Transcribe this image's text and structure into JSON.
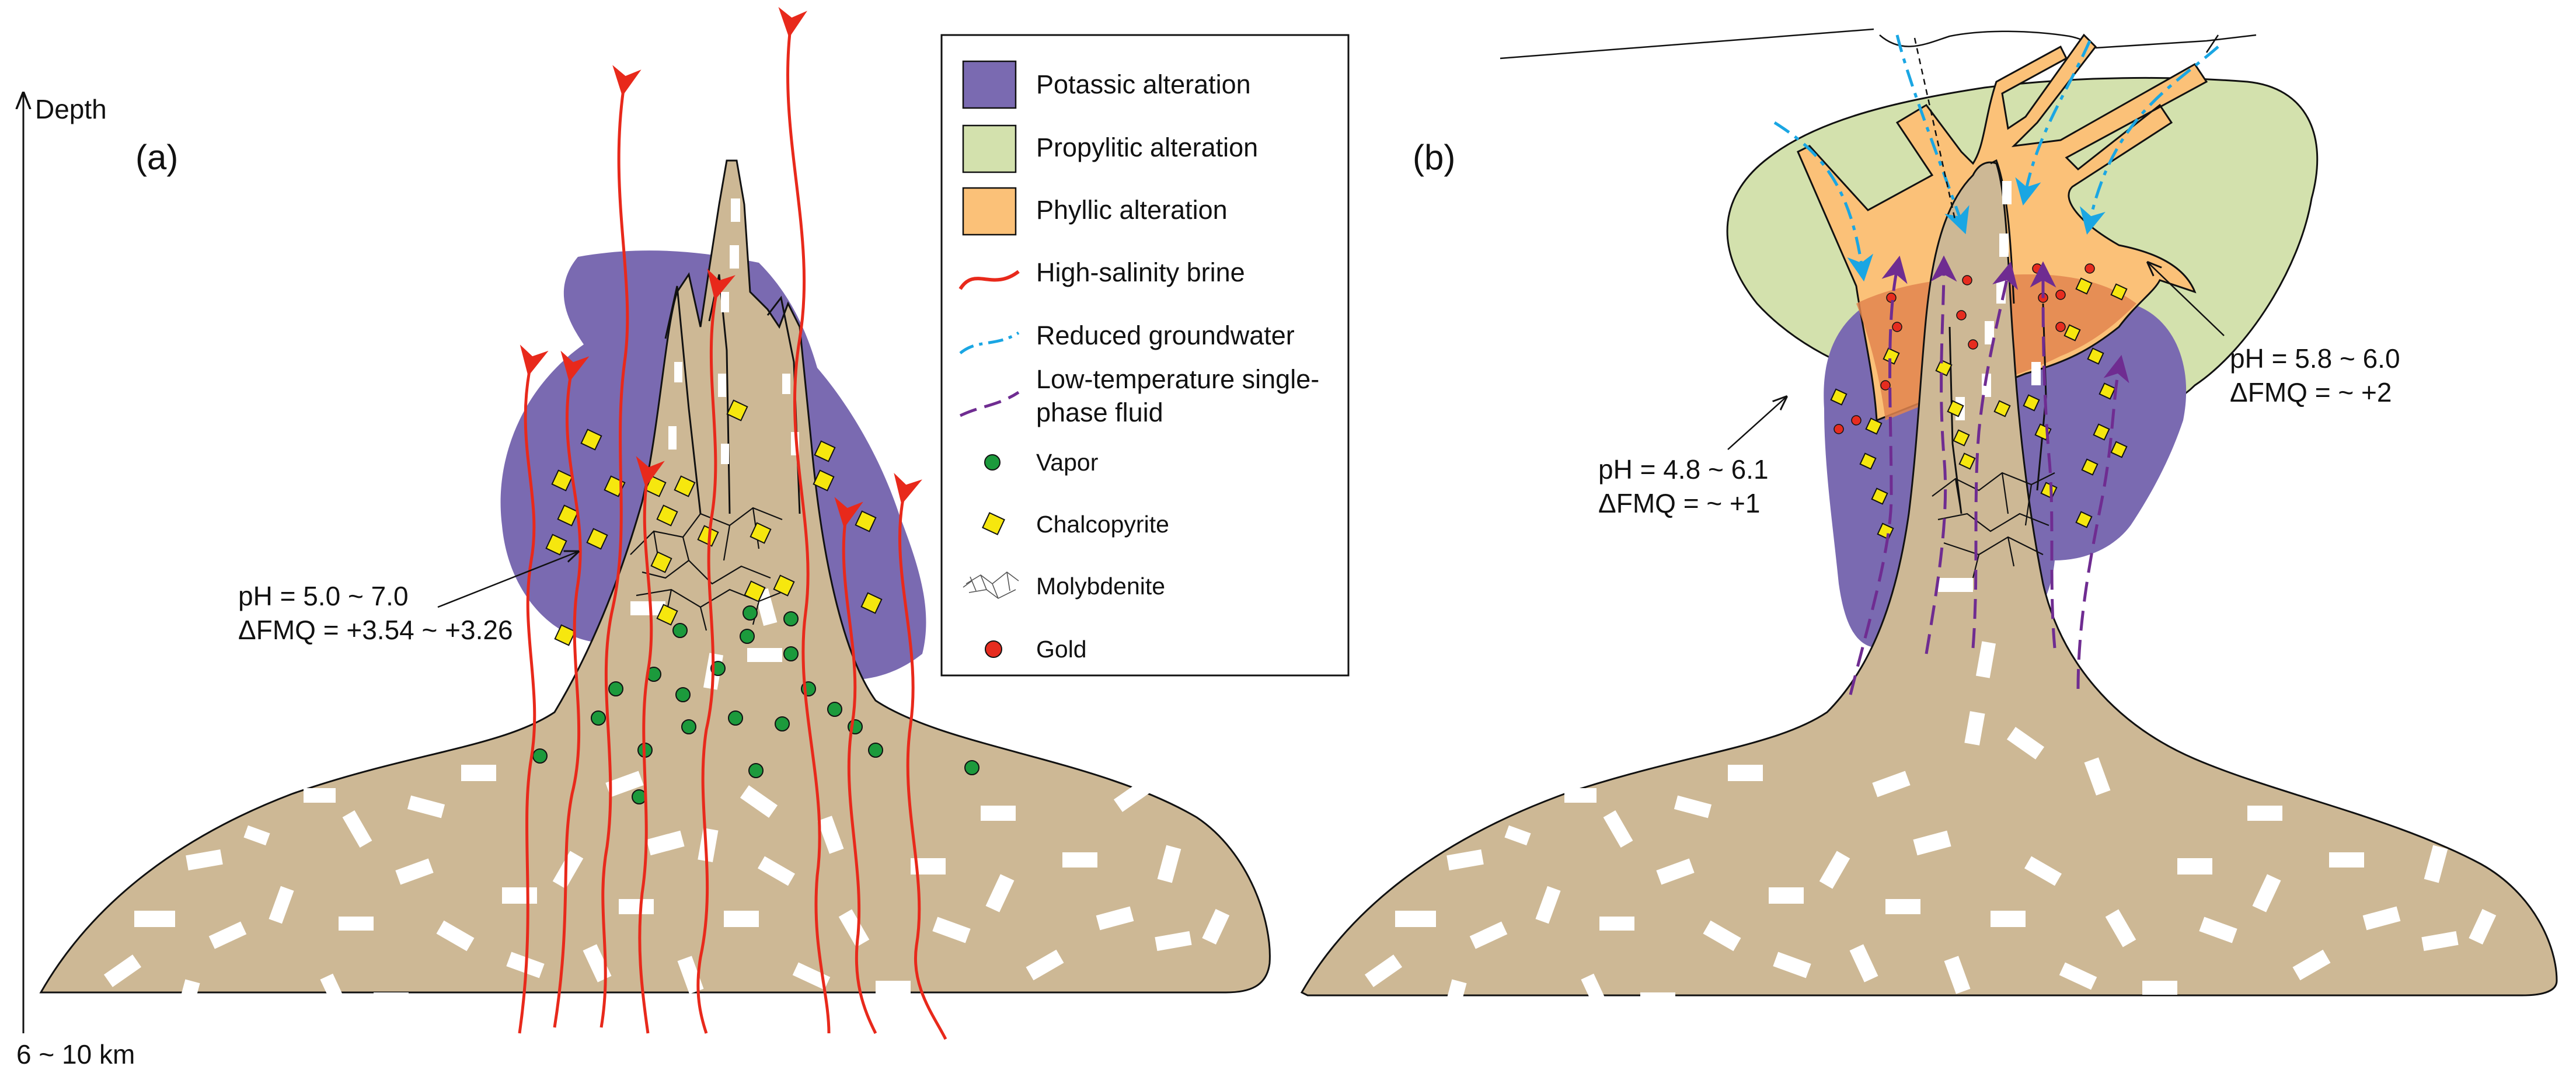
{
  "axis": {
    "label": "Depth",
    "bottom_label": "6 ~ 10 km"
  },
  "panels": {
    "a": "(a)",
    "b": "(b)"
  },
  "annotations": {
    "a_ph": "pH = 5.0 ~ 7.0",
    "a_fmq": "ΔFMQ = +3.54 ~ +3.26",
    "b_left_ph": "pH = 4.8 ~ 6.1",
    "b_left_fmq": "ΔFMQ = ~ +1",
    "b_right_ph": "pH = 5.8 ~ 6.0",
    "b_right_fmq": "ΔFMQ = ~ +2"
  },
  "legend": {
    "potassic": "Potassic alteration",
    "propylitic": "Propylitic alteration",
    "phyllic": "Phyllic alteration",
    "brine": "High-salinity brine",
    "groundwater": "Reduced groundwater",
    "lowtemp_1": "Low-temperature single-",
    "lowtemp_2": "phase fluid",
    "vapor": "Vapor",
    "chalcopyrite": "Chalcopyrite",
    "molybdenite": "Molybdenite",
    "gold": "Gold"
  },
  "colors": {
    "intrusion": "#cdb895",
    "potassic": "#7a6ab1",
    "propylitic": "#d3e1ad",
    "phyllic": "#fbc178",
    "brine": "#e8291b",
    "groundwater": "#1aa6e3",
    "lowtemp": "#6f2c91",
    "vapor": "#1c9a3c",
    "chalcopyrite": "#f6e70e",
    "gold": "#e62c1f"
  }
}
